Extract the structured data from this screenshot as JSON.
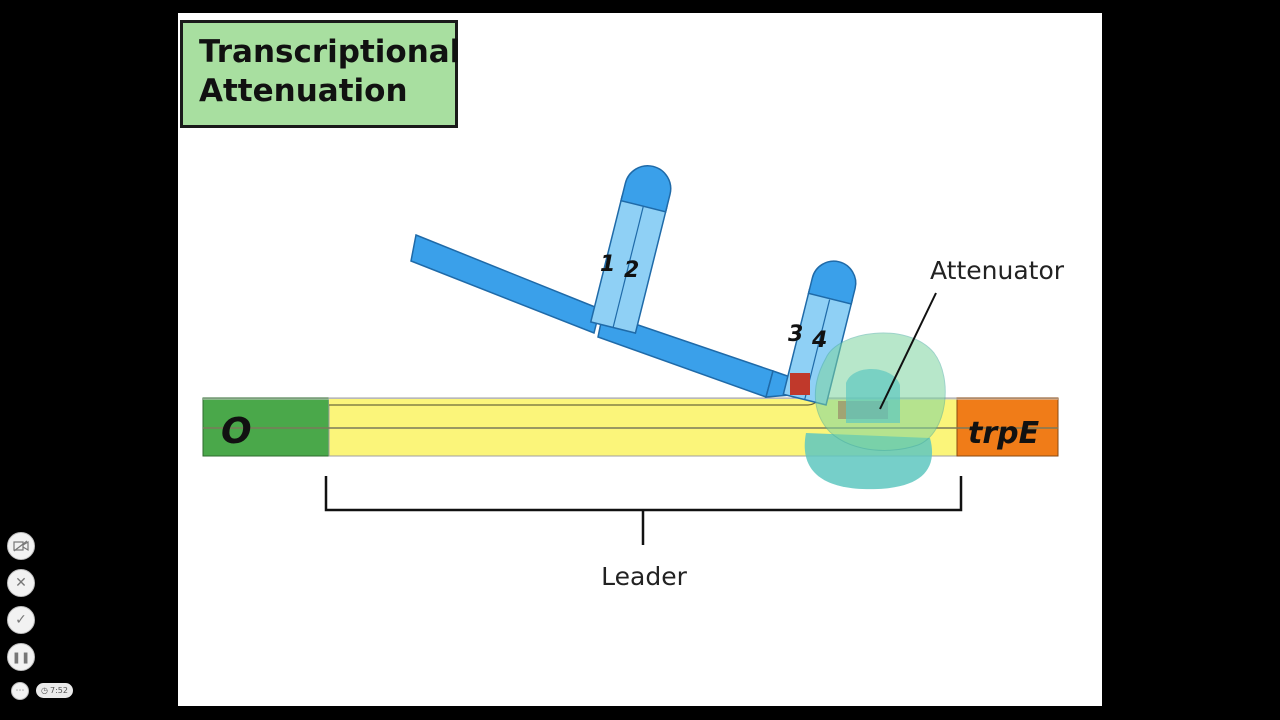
{
  "slide": {
    "title_line1": "Transcriptional",
    "title_line2": "Attenuation"
  },
  "diagram": {
    "operator_label": "O",
    "gene_label": "trpE",
    "region_labels": [
      "1",
      "2",
      "3",
      "4"
    ],
    "attenuator_label": "Attenuator",
    "leader_label": "Leader"
  },
  "colors": {
    "operator": "#4aa84a",
    "leader": "#fbf57a",
    "gene": "#f07c18",
    "mrna": "#3aa0ea",
    "stem": "#8fd0f5",
    "ribosome": "#5ec7c0",
    "attenuator": "#c0392b"
  },
  "controls": {
    "icons": [
      "video-off-icon",
      "close-icon",
      "check-icon",
      "pause-icon",
      "more-icon",
      "clock-icon"
    ],
    "timer": "7:52"
  }
}
